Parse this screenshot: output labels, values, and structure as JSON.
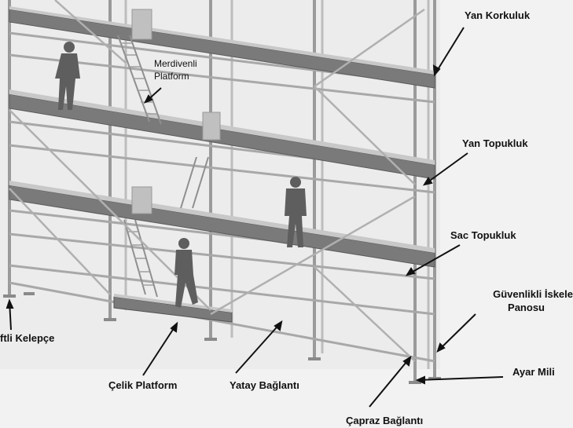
{
  "diagram": {
    "labels": {
      "yan_korkuluk": "Yan Korkuluk",
      "merdivenli_platform_line1": "Merdivenli",
      "merdivenli_platform_line2": "Platform",
      "yan_topukluk": "Yan Topukluk",
      "sac_topukluk": "Sac Topukluk",
      "guvenlikli_iskele_panosu_line1": "Güvenlikli İskele",
      "guvenlikli_iskele_panosu_line2": "Panosu",
      "ayar_mili": "Ayar Mili",
      "ciftli_kelepce": "ftli Kelepçe",
      "celik_platform": "Çelik Platform",
      "yatay_baglanti": "Yatay Bağlantı",
      "capraz_baglanti": "Çapraz Bağlantı"
    }
  }
}
